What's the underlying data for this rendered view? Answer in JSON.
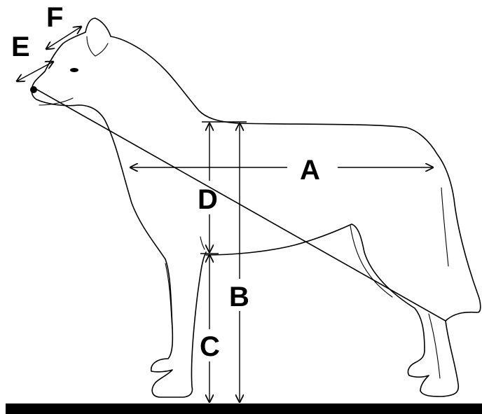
{
  "labels": {
    "a": "A",
    "b": "B",
    "c": "C",
    "d": "D",
    "e": "E",
    "f": "F"
  },
  "colors": {
    "ink": "#000000",
    "background": "#ffffff"
  }
}
